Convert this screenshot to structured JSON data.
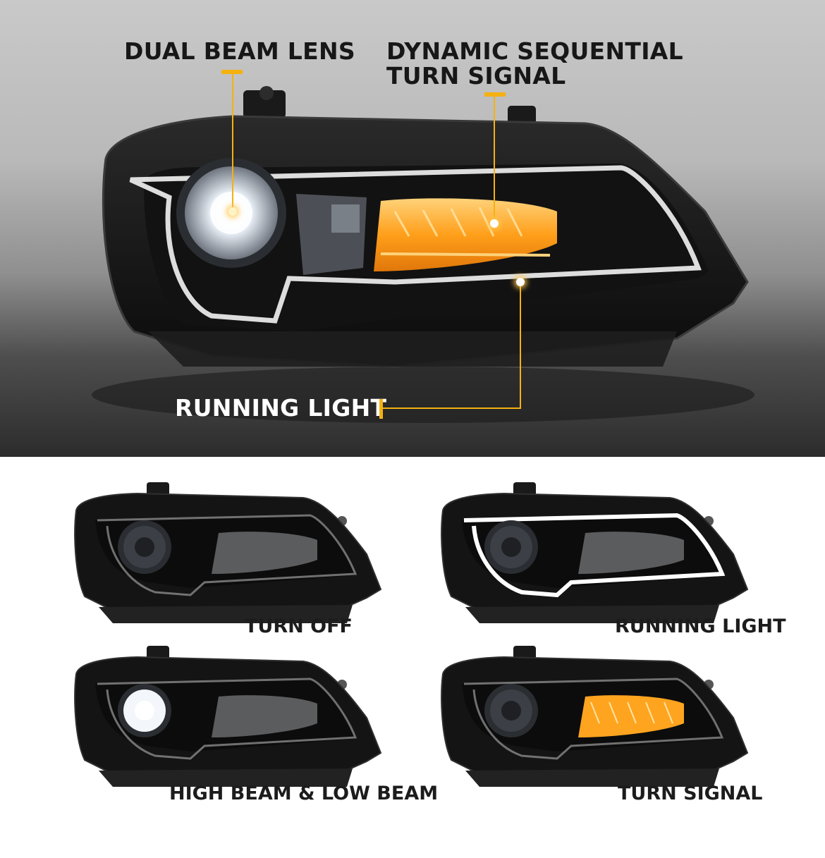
{
  "hero": {
    "callouts": {
      "dual_beam": "DUAL BEAM LENS",
      "dynamic_line1": "DYNAMIC SEQUENTIAL",
      "dynamic_line2": "TURN SIGNAL",
      "running": "RUNNING LIGHT"
    },
    "accent_color": "#f5b10f"
  },
  "modes": [
    {
      "label": "TURN OFF",
      "drl": false,
      "lens": false,
      "signal": false
    },
    {
      "label": "RUNNING LIGHT",
      "drl": true,
      "lens": false,
      "signal": false
    },
    {
      "label": "HIGH BEAM & LOW BEAM",
      "drl": false,
      "lens": true,
      "signal": false
    },
    {
      "label": "TURN SIGNAL",
      "drl": false,
      "lens": false,
      "signal": true
    }
  ]
}
